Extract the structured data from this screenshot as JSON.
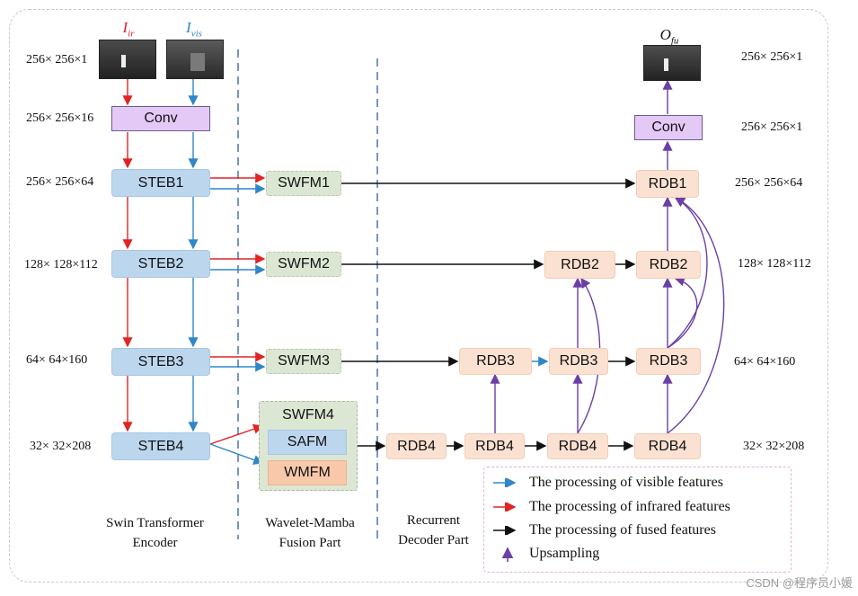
{
  "inputs": {
    "ir_label": "I",
    "ir_sub": "ir",
    "vis_label": "I",
    "vis_sub": "vis",
    "out_label": "O",
    "out_sub": "fu"
  },
  "blocks": {
    "conv_in": "Conv",
    "conv_out": "Conv",
    "steb1": "STEB1",
    "steb2": "STEB2",
    "steb3": "STEB3",
    "steb4": "STEB4",
    "swfm1": "SWFM1",
    "swfm2": "SWFM2",
    "swfm3": "SWFM3",
    "swfm4": "SWFM4",
    "safm": "SAFM",
    "wmfm": "WMFM",
    "rdb4_a": "RDB4",
    "rdb4_b": "RDB4",
    "rdb4_c": "RDB4",
    "rdb4_d": "RDB4",
    "rdb3_a": "RDB3",
    "rdb3_b": "RDB3",
    "rdb3_c": "RDB3",
    "rdb2_a": "RDB2",
    "rdb2_b": "RDB2",
    "rdb1": "RDB1"
  },
  "dims_left": {
    "input": "256× 256×1",
    "conv": "256× 256×16",
    "steb1": "256× 256×64",
    "steb2": "128× 128×112",
    "steb3": "64× 64×160",
    "steb4": "32× 32×208"
  },
  "dims_right": {
    "output": "256× 256×1",
    "conv": "256× 256×1",
    "rdb1": "256× 256×64",
    "rdb2": "128× 128×112",
    "rdb3": "64× 64×160",
    "rdb4": "32× 32×208"
  },
  "parts": {
    "encoder": [
      "Swin Transformer",
      "Encoder"
    ],
    "fusion": [
      "Wavelet-Mamba",
      "Fusion Part"
    ],
    "decoder": [
      "Recurrent",
      "Decoder Part"
    ]
  },
  "legend": {
    "visible": "The processing of visible features",
    "infrared": "The processing of infrared features",
    "fused": "The processing of fused features",
    "upsampling": "Upsampling"
  },
  "colors": {
    "visible": "#2f86c8",
    "infrared": "#e02424",
    "fused": "#111111",
    "upsampling": "#6a3fa6"
  },
  "watermark": "CSDN @程序员小媛"
}
